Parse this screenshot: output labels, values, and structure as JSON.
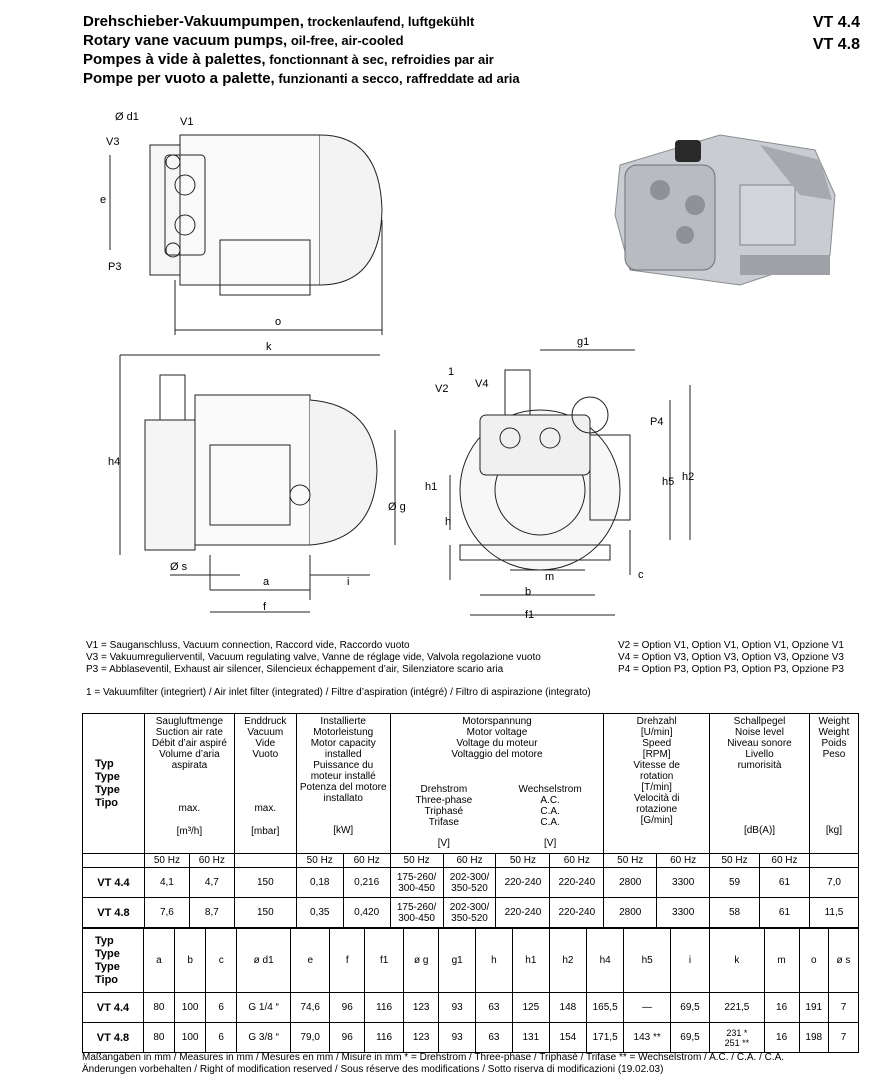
{
  "header": {
    "lines": [
      {
        "main": "Drehschieber-Vakuumpumpen,",
        "sub": " trockenlaufend, luftgekühlt"
      },
      {
        "main": "Rotary vane vacuum pumps,",
        "sub": " oil-free, air-cooled"
      },
      {
        "main": "Pompes à vide à palettes,",
        "sub": " fonctionnant à sec, refroidies par air"
      },
      {
        "main": "Pompe per vuoto a palette,",
        "sub": " funzionanti a secco, raffreddate ad aria"
      }
    ],
    "models": [
      "VT 4.4",
      "VT 4.8"
    ]
  },
  "drawing_labels": {
    "d1": "Ø d1",
    "v1": "V1",
    "v3": "V3",
    "e": "e",
    "p3": "P3",
    "o": "o",
    "k": "k",
    "h4": "h4",
    "g": "Ø g",
    "s": "Ø s",
    "a": "a",
    "i": "i",
    "f": "f",
    "g1": "g1",
    "one": "1",
    "v2": "V2",
    "v4": "V4",
    "p4": "P4",
    "h1": "h1",
    "h": "h",
    "h5": "h5",
    "h2": "h2",
    "m": "m",
    "c": "c",
    "b": "b",
    "f1": "f1"
  },
  "legend": {
    "left": [
      "V1 = Sauganschluss, Vacuum connection, Raccord vide, Raccordo vuoto",
      "V3 = Vakuumregulierventil, Vacuum regulating valve, Vanne de réglage vide, Valvola regolazione vuoto",
      "P3 = Abblaseventil, Exhaust air silencer, Silencieux échappement d’air, Silenziatore scario aria"
    ],
    "right": [
      "V2 = Option V1, Option V1, Option V1, Opzione V1",
      "V4 = Option V3, Option V3, Option V3, Opzione V3",
      "P4 = Option P3, Option P3, Option P3, Opzione P3"
    ],
    "filter": "1 = Vakuumfilter (integriert) / Air inlet filter (integrated) / Filtre d’aspiration (intégré) / Filtro di aspirazione (integrato)"
  },
  "table1": {
    "typ": [
      "Typ",
      "Type",
      "Type",
      "Tipo"
    ],
    "suction": {
      "title": [
        "Saugluftmenge",
        "Suction air rate",
        "Débit d’air aspiré",
        "Volume d’aria",
        "aspirata"
      ],
      "max": "max.",
      "unit": "[m³/h]"
    },
    "vacuum": {
      "title": [
        "Enddruck",
        "Vacuum",
        "Vide",
        "Vuoto"
      ],
      "max": "max.",
      "unit": "[mbar]"
    },
    "motor_capacity": {
      "title": [
        "Installierte",
        "Motorleistung",
        "Motor capacity",
        "installed",
        "Puissance du",
        "moteur installé",
        "Potenza del motore",
        "installato"
      ],
      "unit": "[kW]"
    },
    "voltage": {
      "title": [
        "Motorspannung",
        "Motor voltage",
        "Voltage du moteur",
        "Voltaggio del motore"
      ],
      "three_phase": [
        "Drehstrom",
        "Three-phase",
        "Triphasé",
        "Trifase"
      ],
      "single": [
        "Wechselstrom",
        "A.C.",
        "C.A.",
        "C.A."
      ],
      "unit": "[V]"
    },
    "speed": {
      "title": [
        "Drehzahl",
        "[U/min]",
        "Speed",
        "[RPM]",
        "Vitesse de",
        "rotation",
        "[T/min]",
        "Velocità di",
        "rotazione",
        "[G/min]"
      ]
    },
    "noise": {
      "title": [
        "Schallpegel",
        "Noise level",
        "Niveau sonore",
        "Livello",
        "rumorisità"
      ],
      "unit": "[dB(A)]"
    },
    "weight": {
      "title": [
        "Weight",
        "Weight",
        "Poids",
        "Peso"
      ],
      "unit": "[kg]"
    },
    "hz50": "50 Hz",
    "hz60": "60 Hz",
    "rows": [
      {
        "model": "VT 4.4",
        "s50": "4,1",
        "s60": "4,7",
        "vac": "150",
        "k50": "0,18",
        "k60": "0,216",
        "d50": [
          "175-260/",
          "300-450"
        ],
        "d60": [
          "202-300/",
          "350-520"
        ],
        "w50": "220-240",
        "w60": "220-240",
        "r50": "2800",
        "r60": "3300",
        "n50": "59",
        "n60": "61",
        "kg": "7,0"
      },
      {
        "model": "VT 4.8",
        "s50": "7,6",
        "s60": "8,7",
        "vac": "150",
        "k50": "0,35",
        "k60": "0,420",
        "d50": [
          "175-260/",
          "300-450"
        ],
        "d60": [
          "202-300/",
          "350-520"
        ],
        "w50": "220-240",
        "w60": "220-240",
        "r50": "2800",
        "r60": "3300",
        "n50": "58",
        "n60": "61",
        "kg": "11,5"
      }
    ]
  },
  "table2": {
    "typ": [
      "Typ",
      "Type",
      "Type",
      "Tipo"
    ],
    "columns": [
      "a",
      "b",
      "c",
      "ø d1",
      "e",
      "f",
      "f1",
      "ø g",
      "g1",
      "h",
      "h1",
      "h2",
      "h4",
      "h5",
      "i",
      "k",
      "m",
      "o",
      "ø s"
    ],
    "rows": [
      {
        "model": "VT 4.4",
        "values": [
          "80",
          "100",
          "6",
          "G 1/4 “",
          "74,6",
          "96",
          "116",
          "123",
          "93",
          "63",
          "125",
          "148",
          "165,5",
          "—",
          "69,5",
          "221,5",
          "16",
          "191",
          "7"
        ]
      },
      {
        "model": "VT 4.8",
        "values": [
          "80",
          "100",
          "6",
          "G 3/8 “",
          "79,0",
          "96",
          "116",
          "123",
          "93",
          "63",
          "131",
          "154",
          "171,5",
          "143 **",
          "69,5",
          "231 *|251 **",
          "16",
          "198",
          "7"
        ]
      }
    ]
  },
  "footer": [
    "Maßangaben in mm / Measures in mm / Mesures en mm / Misure in mm      * = Drehstrom / Three-phase / Triphasé / Trifase   ** = Wechselstrom / A.C. / C.A. / C.A.",
    "Änderungen vorbehalten / Right of modification reserved / Sous réserve des modifications / Sotto riserva di modificazioni   (19.02.03)"
  ]
}
